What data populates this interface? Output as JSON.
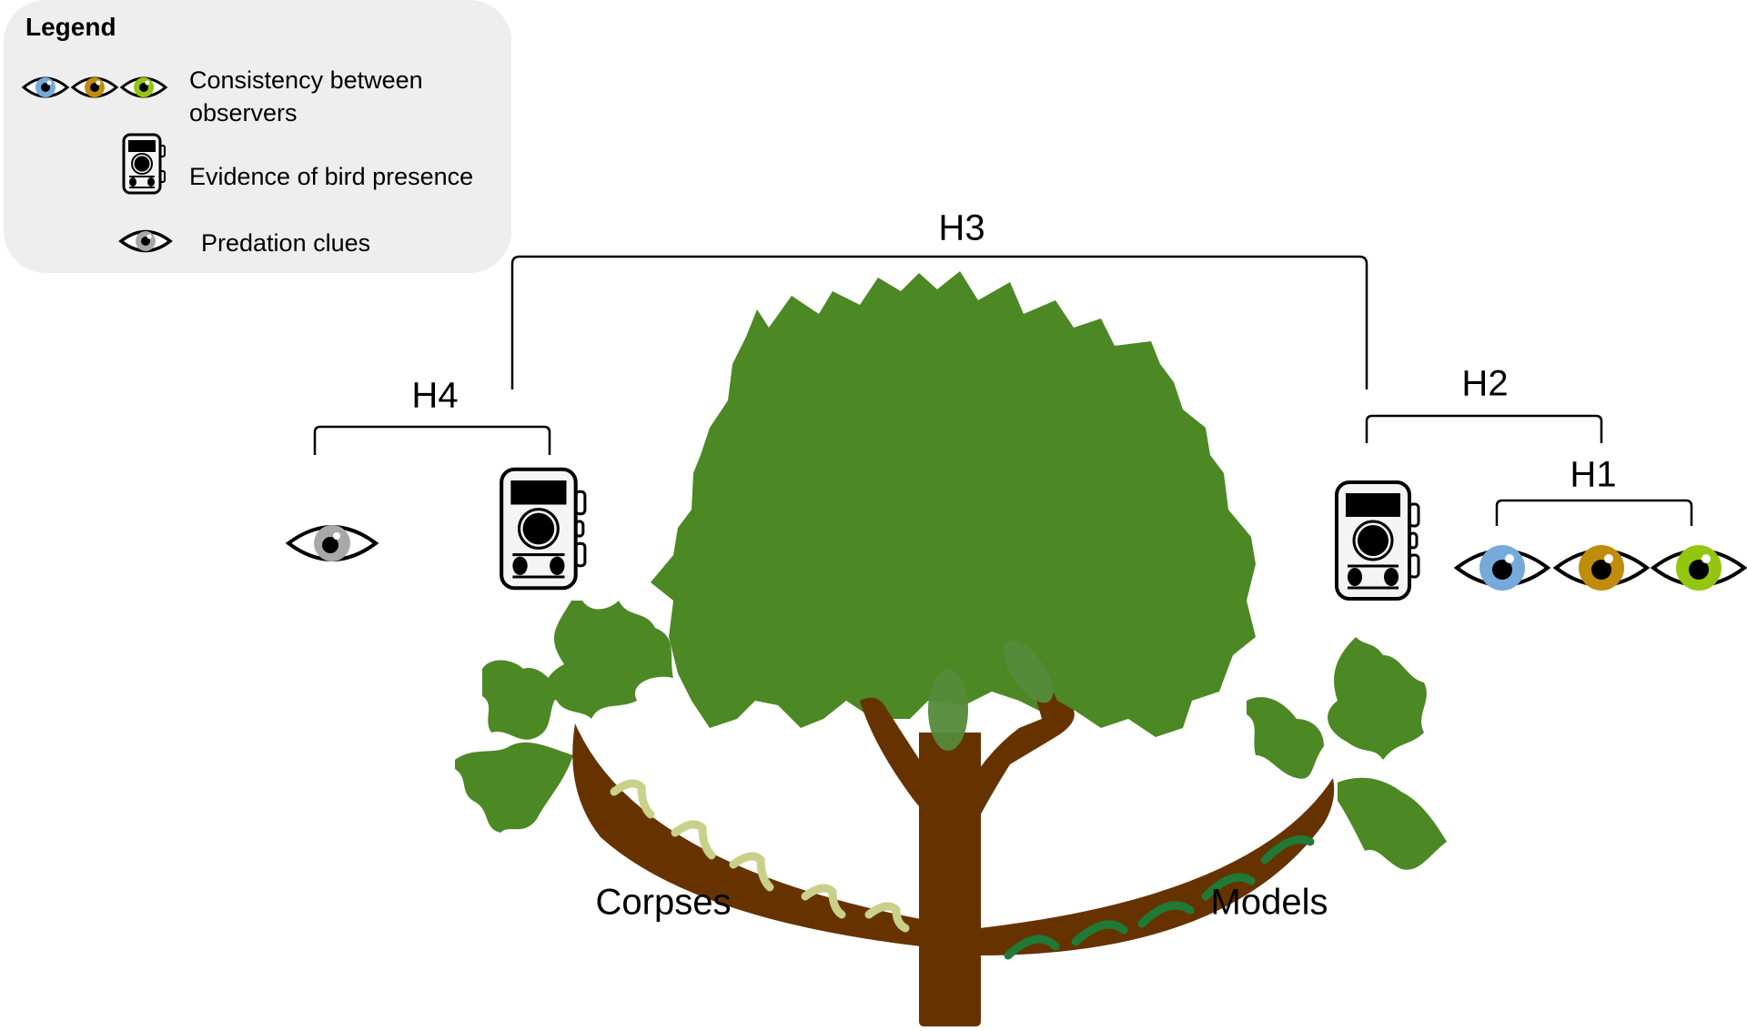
{
  "legend": {
    "title": "Legend",
    "items": [
      {
        "icon": "three-colored-eyes-icon",
        "label_line1": "Consistency between",
        "label_line2": "observers"
      },
      {
        "icon": "camera-trap-icon",
        "label": "Evidence of bird presence"
      },
      {
        "icon": "grey-eye-icon",
        "label": "Predation clues"
      }
    ]
  },
  "hypotheses": {
    "h1": "H1",
    "h2": "H2",
    "h3": "H3",
    "h4": "H4"
  },
  "branches": {
    "left_label": "Corpses",
    "right_label": "Models"
  },
  "colors": {
    "foliage": "#4c8824",
    "foliage_light": "#558a3a",
    "trunk": "#663300",
    "eye_blue": "#75aadb",
    "eye_brown": "#c08c0c",
    "eye_green": "#93c60e",
    "eye_grey": "#a8a8a8",
    "legend_bg": "#eeeeee",
    "corpse": "#c9d08a",
    "model": "#1f7a36"
  }
}
